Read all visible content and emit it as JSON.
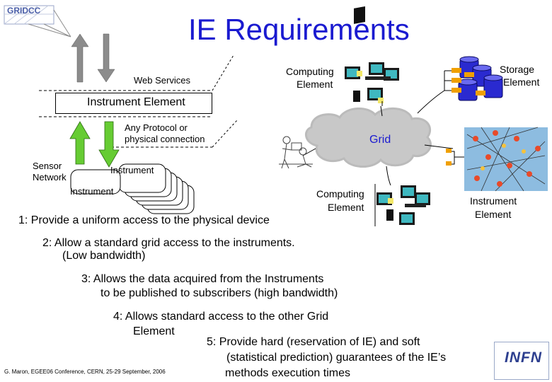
{
  "title": "IE Requirements",
  "logo_text": "GRIDCC",
  "labels": {
    "web_services": "Web Services",
    "instrument_element": "Instrument Element",
    "any_protocol_line1": "Any Protocol or",
    "any_protocol_line2": "physical connection",
    "sensor_line1": "Sensor",
    "sensor_line2": "Network",
    "instrument_a": "Instrument",
    "instrument_b": "Instrument",
    "computing_top_line1": "Computing",
    "computing_top_line2": "Element",
    "storage_line1": "Storage",
    "storage_line2": "Element",
    "grid": "Grid",
    "computing_mid_line1": "Computing",
    "computing_mid_line2": "Element",
    "ie_right_line1": "Instrument",
    "ie_right_line2": "Element"
  },
  "requirements": {
    "r1": "1:  Provide a uniform access to the physical device",
    "r2_line1": "2:  Allow a standard grid access to the instruments.",
    "r2_line2": "(Low bandwidth)",
    "r3_line1": "3:  Allows the data acquired from the Instruments",
    "r3_line2": "to be published to subscribers (high bandwidth)",
    "r4_line1": "4:  Allows standard access  to the other Grid",
    "r4_line2": "Element",
    "r5_line1": "5:  Provide hard (reservation of IE) and soft",
    "r5_line2": "(statistical prediction) guarantees of the IE’s",
    "r5_line3": "methods execution times"
  },
  "footer": "G. Maron, EGEE06 Conference, CERN, 25-29 September, 2006",
  "infn_logo": "INFN",
  "colors": {
    "title": "#1a1ad0",
    "arrow_gray": "#8c8c8c",
    "arrow_green": "#66cc33",
    "cloud": "#c8c8c8",
    "storage": "#2a2ad0",
    "monitor": "#1a1a1a",
    "screen": "#3fb8c0"
  }
}
